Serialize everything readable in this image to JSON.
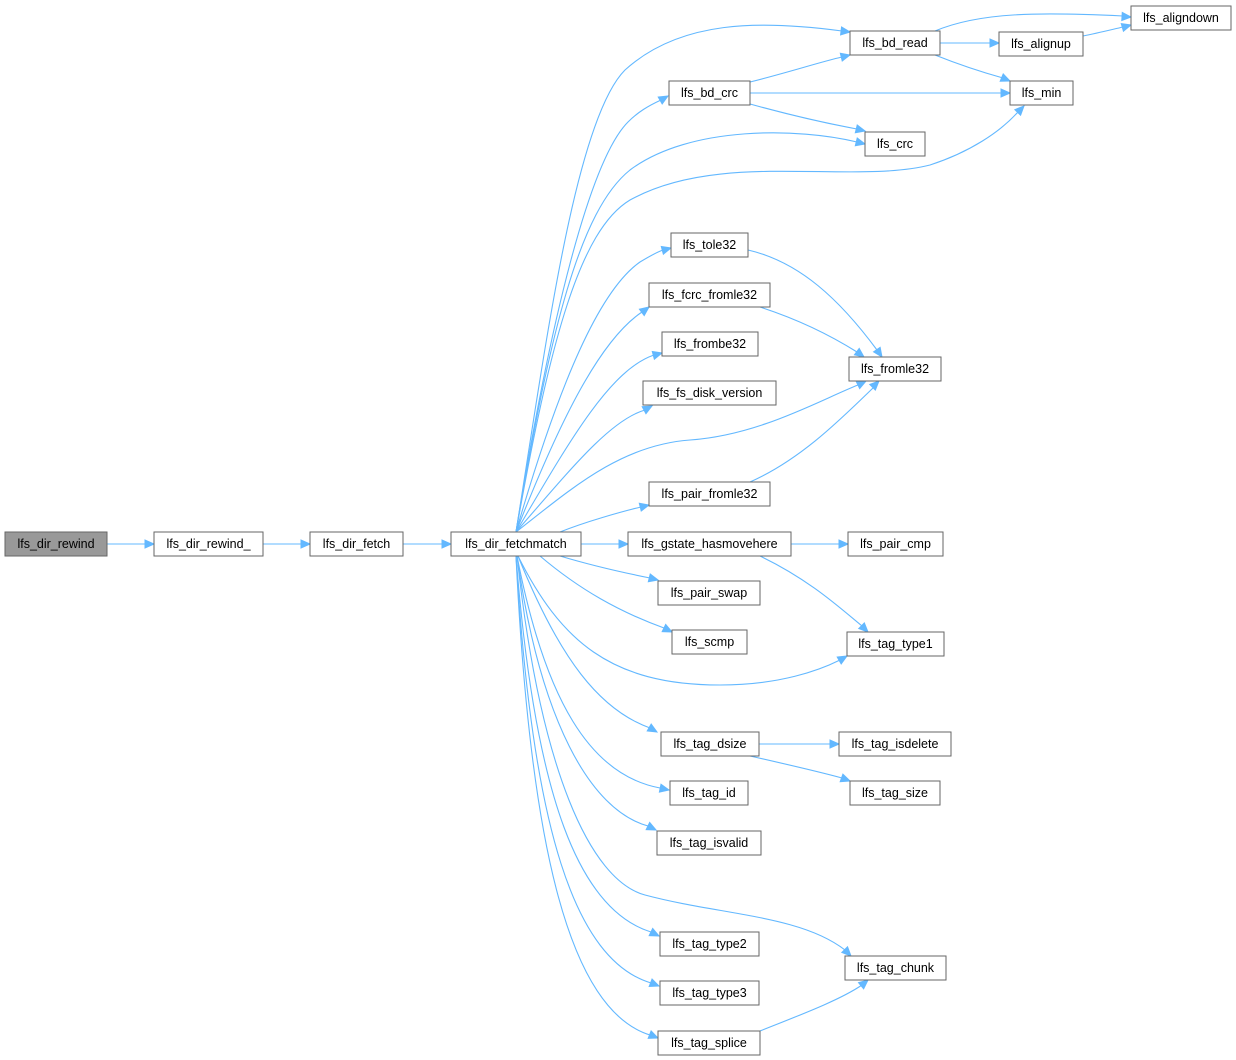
{
  "colors": {
    "edge": "#63b8ff",
    "node_border": "#666666",
    "root_fill": "#999999",
    "node_fill": "#ffffff"
  },
  "nodes": {
    "lfs_dir_rewind": "lfs_dir_rewind",
    "lfs_dir_rewind_": "lfs_dir_rewind_",
    "lfs_dir_fetch": "lfs_dir_fetch",
    "lfs_dir_fetchmatch": "lfs_dir_fetchmatch",
    "lfs_bd_read": "lfs_bd_read",
    "lfs_aligndown": "lfs_aligndown",
    "lfs_alignup": "lfs_alignup",
    "lfs_bd_crc": "lfs_bd_crc",
    "lfs_min": "lfs_min",
    "lfs_crc": "lfs_crc",
    "lfs_tole32": "lfs_tole32",
    "lfs_fcrc_fromle32": "lfs_fcrc_fromle32",
    "lfs_frombe32": "lfs_frombe32",
    "lfs_fromle32": "lfs_fromle32",
    "lfs_fs_disk_version": "lfs_fs_disk_version",
    "lfs_pair_fromle32": "lfs_pair_fromle32",
    "lfs_gstate_hasmovehere": "lfs_gstate_hasmovehere",
    "lfs_pair_cmp": "lfs_pair_cmp",
    "lfs_pair_swap": "lfs_pair_swap",
    "lfs_scmp": "lfs_scmp",
    "lfs_tag_type1": "lfs_tag_type1",
    "lfs_tag_dsize": "lfs_tag_dsize",
    "lfs_tag_isdelete": "lfs_tag_isdelete",
    "lfs_tag_id": "lfs_tag_id",
    "lfs_tag_size": "lfs_tag_size",
    "lfs_tag_isvalid": "lfs_tag_isvalid",
    "lfs_tag_type2": "lfs_tag_type2",
    "lfs_tag_chunk": "lfs_tag_chunk",
    "lfs_tag_type3": "lfs_tag_type3",
    "lfs_tag_splice": "lfs_tag_splice"
  },
  "edges": [
    [
      "lfs_dir_rewind",
      "lfs_dir_rewind_"
    ],
    [
      "lfs_dir_rewind_",
      "lfs_dir_fetch"
    ],
    [
      "lfs_dir_fetch",
      "lfs_dir_fetchmatch"
    ],
    [
      "lfs_dir_fetchmatch",
      "lfs_bd_read"
    ],
    [
      "lfs_dir_fetchmatch",
      "lfs_bd_crc"
    ],
    [
      "lfs_dir_fetchmatch",
      "lfs_crc"
    ],
    [
      "lfs_dir_fetchmatch",
      "lfs_min"
    ],
    [
      "lfs_dir_fetchmatch",
      "lfs_tole32"
    ],
    [
      "lfs_dir_fetchmatch",
      "lfs_fcrc_fromle32"
    ],
    [
      "lfs_dir_fetchmatch",
      "lfs_frombe32"
    ],
    [
      "lfs_dir_fetchmatch",
      "lfs_fs_disk_version"
    ],
    [
      "lfs_dir_fetchmatch",
      "lfs_fromle32"
    ],
    [
      "lfs_dir_fetchmatch",
      "lfs_pair_fromle32"
    ],
    [
      "lfs_dir_fetchmatch",
      "lfs_gstate_hasmovehere"
    ],
    [
      "lfs_dir_fetchmatch",
      "lfs_pair_swap"
    ],
    [
      "lfs_dir_fetchmatch",
      "lfs_scmp"
    ],
    [
      "lfs_dir_fetchmatch",
      "lfs_tag_type1"
    ],
    [
      "lfs_dir_fetchmatch",
      "lfs_tag_dsize"
    ],
    [
      "lfs_dir_fetchmatch",
      "lfs_tag_id"
    ],
    [
      "lfs_dir_fetchmatch",
      "lfs_tag_isvalid"
    ],
    [
      "lfs_dir_fetchmatch",
      "lfs_tag_chunk"
    ],
    [
      "lfs_dir_fetchmatch",
      "lfs_tag_type2"
    ],
    [
      "lfs_dir_fetchmatch",
      "lfs_tag_type3"
    ],
    [
      "lfs_dir_fetchmatch",
      "lfs_tag_splice"
    ],
    [
      "lfs_bd_read",
      "lfs_aligndown"
    ],
    [
      "lfs_bd_read",
      "lfs_alignup"
    ],
    [
      "lfs_bd_read",
      "lfs_min"
    ],
    [
      "lfs_alignup",
      "lfs_aligndown"
    ],
    [
      "lfs_bd_crc",
      "lfs_bd_read"
    ],
    [
      "lfs_bd_crc",
      "lfs_min"
    ],
    [
      "lfs_bd_crc",
      "lfs_crc"
    ],
    [
      "lfs_tole32",
      "lfs_fromle32"
    ],
    [
      "lfs_fcrc_fromle32",
      "lfs_fromle32"
    ],
    [
      "lfs_pair_fromle32",
      "lfs_fromle32"
    ],
    [
      "lfs_gstate_hasmovehere",
      "lfs_pair_cmp"
    ],
    [
      "lfs_gstate_hasmovehere",
      "lfs_tag_type1"
    ],
    [
      "lfs_tag_dsize",
      "lfs_tag_isdelete"
    ],
    [
      "lfs_tag_dsize",
      "lfs_tag_size"
    ],
    [
      "lfs_tag_splice",
      "lfs_tag_chunk"
    ]
  ]
}
